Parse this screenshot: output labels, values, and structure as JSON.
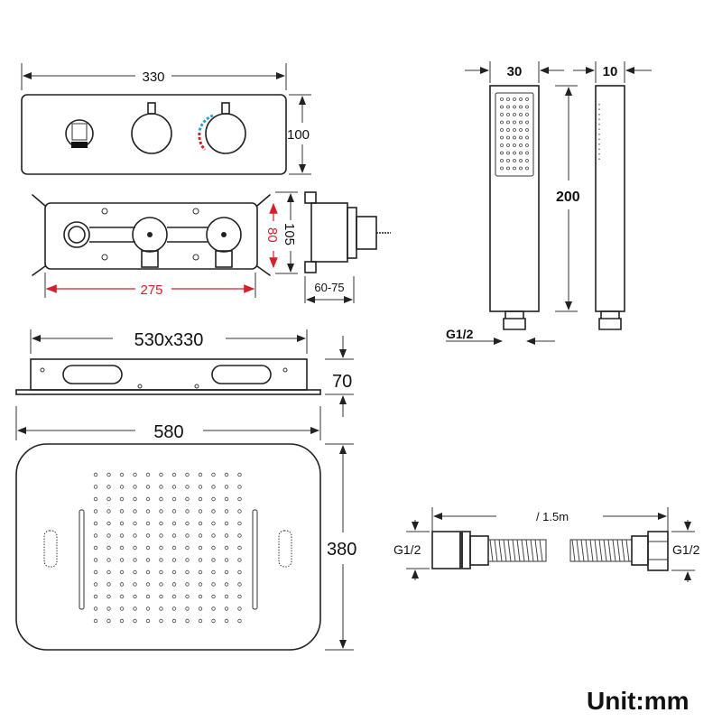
{
  "colors": {
    "line": "#222222",
    "accent_red": "#d4202a",
    "accent_blue": "#2a9fd8"
  },
  "valve_panel": {
    "width_label": "330",
    "height_label": "100"
  },
  "valve_box": {
    "width_label": "275",
    "inner_height_label": "80",
    "height_label": "105",
    "depth_label": "60-75"
  },
  "hand_shower": {
    "width_label": "30",
    "thickness_label": "10",
    "length_label": "200",
    "thread_label": "G1/2"
  },
  "ceiling_plate": {
    "size_label": "530x330",
    "height_label": "70"
  },
  "rain_shower": {
    "width_label": "580",
    "depth_label": "380"
  },
  "hose": {
    "length_label": "/ 1.5m",
    "left_thread_label": "G1/2",
    "right_thread_label": "G1/2"
  },
  "unit_label": "Unit:mm"
}
